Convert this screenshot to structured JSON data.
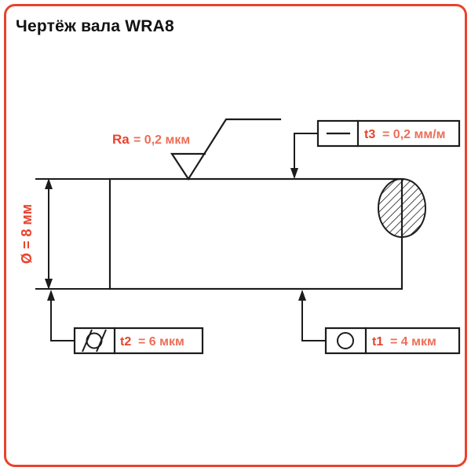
{
  "title": "Чертёж вала WRA8",
  "colors": {
    "accent": "#e8432d",
    "value_text": "#ec6e58",
    "line": "#1c1c1c",
    "border": "#e8432d"
  },
  "drawing": {
    "diameter": "Ø = 8 мм",
    "roughness": {
      "label": "Ra",
      "value": "= 0,2 мкм"
    },
    "t3": {
      "label": "t3",
      "value": "= 0,2 мм/м",
      "symbol": "straightness-icon"
    },
    "t2": {
      "label": "t2",
      "value": "= 6 мкм",
      "symbol": "cylindricity-icon"
    },
    "t1": {
      "label": "t1",
      "value": "= 4 мкм",
      "symbol": "circularity-icon"
    }
  }
}
